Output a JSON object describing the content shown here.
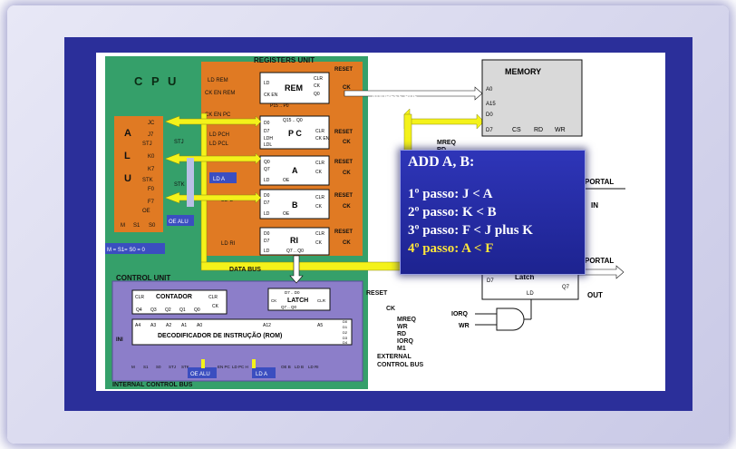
{
  "cpu": {
    "title": "C P U",
    "alu": {
      "name": "A\nL\nU",
      "condition": "M = S1= S0 = 0",
      "pins": [
        "JC",
        "J7",
        "STJ",
        "K0",
        "K7",
        "STK",
        "F0",
        "F7",
        "OE"
      ],
      "bottom_pins": [
        "M",
        "S1",
        "S0"
      ],
      "oe_badge": "OE ALU"
    },
    "registers": {
      "title": "REGISTERS UNIT",
      "rem": {
        "name": "REM",
        "inputs": [
          "LD REM",
          "CK EN REM"
        ],
        "pins": [
          "LD",
          "CK EN",
          "CLR",
          "CK",
          "P15 .. P0",
          "Q0",
          "Q15"
        ]
      },
      "pc": {
        "name": "P C",
        "inputs": [
          "CK EN PC",
          "LD PCH",
          "LD PCL"
        ],
        "pins": [
          "D0",
          "D7",
          "LDH",
          "LDL",
          "Q15 .. Q0",
          "CLR",
          "CK EN",
          "CK"
        ]
      },
      "a": {
        "name": "A",
        "inputs": [
          "LD A"
        ],
        "pins": [
          "Q0",
          "Q7",
          "D7",
          "LD",
          "OE",
          "CLR",
          "CK"
        ]
      },
      "b": {
        "name": "B",
        "inputs": [
          "LD B"
        ],
        "pins": [
          "D0",
          "D7",
          "LD",
          "OE",
          "CLR",
          "CK"
        ]
      },
      "ri": {
        "name": "RI",
        "inputs": [
          "LD RI"
        ],
        "pins": [
          "D0",
          "D7",
          "LD",
          "Q7 .. Q0",
          "CLR",
          "CK"
        ]
      },
      "reset": "RESET",
      "ck": "CK",
      "stj": "STJ",
      "stk": "STK",
      "ld_a_badge": "LD A"
    },
    "control_unit": {
      "title": "CONTROL UNIT",
      "counter": {
        "name": "CONTADOR",
        "pins": [
          "CLR",
          "CLR",
          "CK",
          "Q4",
          "Q3",
          "Q2",
          "Q1",
          "Q0"
        ]
      },
      "latch": {
        "name": "LATCH",
        "pins": [
          "D7 .. D0",
          "CK",
          "Q7 .. Q0",
          "CLR"
        ]
      },
      "decoder": {
        "name": "DECODIFICADOR DE INSTRUÇÃO (ROM)",
        "addr": [
          "A4",
          "A3",
          "A2",
          "A1",
          "A0",
          "A12",
          "A5"
        ],
        "outputs": [
          "D0",
          "D1",
          "D2",
          "D3",
          "D4"
        ]
      },
      "ini": "INI",
      "outputs_right": [
        "MREQ",
        "WR",
        "RD",
        "IORQ",
        "M1"
      ],
      "external_bus": "EXTERNAL\nCONTROL BUS",
      "internal_bus": "INTERNAL   CONTROL BUS",
      "bottom_signals": [
        "M",
        "S1",
        "S0",
        "STJ",
        "STK",
        "EN PC",
        "LD PC H",
        "LD PC L",
        "CK EN REM",
        "LD REM",
        "LD A",
        "OE B",
        "LD B",
        "LD RI",
        "CK EN REM"
      ],
      "oe_badge": "OE ALU",
      "ld_badge": "LD A",
      "reset": "RESET",
      "ck": "CK"
    }
  },
  "memory": {
    "title": "MEMORY",
    "pins": [
      "A0",
      "A15",
      "D0",
      "D7",
      "CS",
      "RD",
      "WR"
    ],
    "signals": [
      "MREQ",
      "RD"
    ]
  },
  "buses": {
    "address": "ADDRESS  BUS",
    "data": "DATA BUS"
  },
  "io": {
    "portal_in": [
      "PORTAL",
      "IN"
    ],
    "portal_out": [
      "PORTAL",
      "OUT"
    ],
    "latch": "Latch",
    "latch_pins": [
      "D7",
      "LD",
      "Q7"
    ],
    "gate_inputs": [
      "IORQ",
      "WR"
    ]
  },
  "popup": {
    "title": "ADD A, B:",
    "steps": [
      {
        "label": "1º passo:  J  <  A"
      },
      {
        "label": "2º passo:  K <  B"
      },
      {
        "label": "3º passo:  F  < J plus K"
      },
      {
        "label": "4º passo:  A  < F"
      }
    ]
  },
  "colors": {
    "slide_bg": "#2b2f9a",
    "cpu_green": "#35a06a",
    "register_orange": "#e07a23",
    "bus_yellow": "#f4f21a",
    "control_purple": "#8c7ec9",
    "popup_bg": "#2e35b8",
    "highlight": "#ffe63a"
  }
}
